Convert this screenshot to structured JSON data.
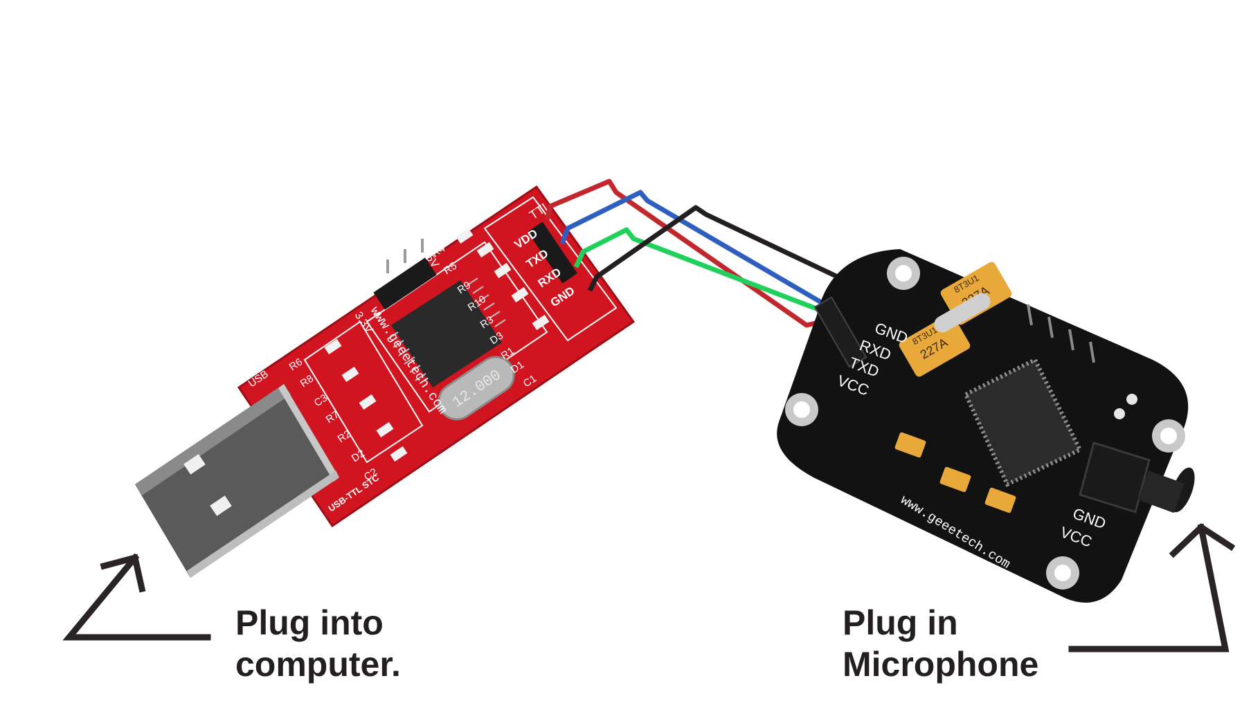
{
  "usb_module": {
    "header_label": "TTL",
    "pins": [
      "VDD",
      "TXD",
      "RXD",
      "GND"
    ],
    "voltage_labels": [
      "5V",
      "3.3V"
    ],
    "url": "www.geeetech.com",
    "model": "USB-TTL STC",
    "port_label": "USB",
    "crystal": "12.000",
    "components": [
      "R4",
      "R5",
      "R9",
      "R10",
      "R3",
      "D3",
      "R1",
      "D1",
      "C1",
      "R6",
      "R8",
      "C3",
      "R7",
      "R2",
      "D2",
      "C2"
    ]
  },
  "voice_module": {
    "pins": [
      "GND",
      "RXD",
      "TXD",
      "VCC"
    ],
    "capacitor_marking": "227A",
    "capacitor_code": "8T3U1",
    "url": "www.geeetech.com",
    "power_pins": [
      "GND",
      "VCC"
    ]
  },
  "wires": [
    {
      "color": "#c1272d"
    },
    {
      "color": "#2e5fbf"
    },
    {
      "color": "#1fd05a"
    },
    {
      "color": "#231f20"
    }
  ],
  "captions": {
    "left_line1": "Plug into",
    "left_line2": "computer.",
    "right_line1": "Plug in",
    "right_line2": "Microphone"
  },
  "colors": {
    "usb_board": "#d01420",
    "voice_board": "#121212",
    "arrow": "#2b2425"
  }
}
